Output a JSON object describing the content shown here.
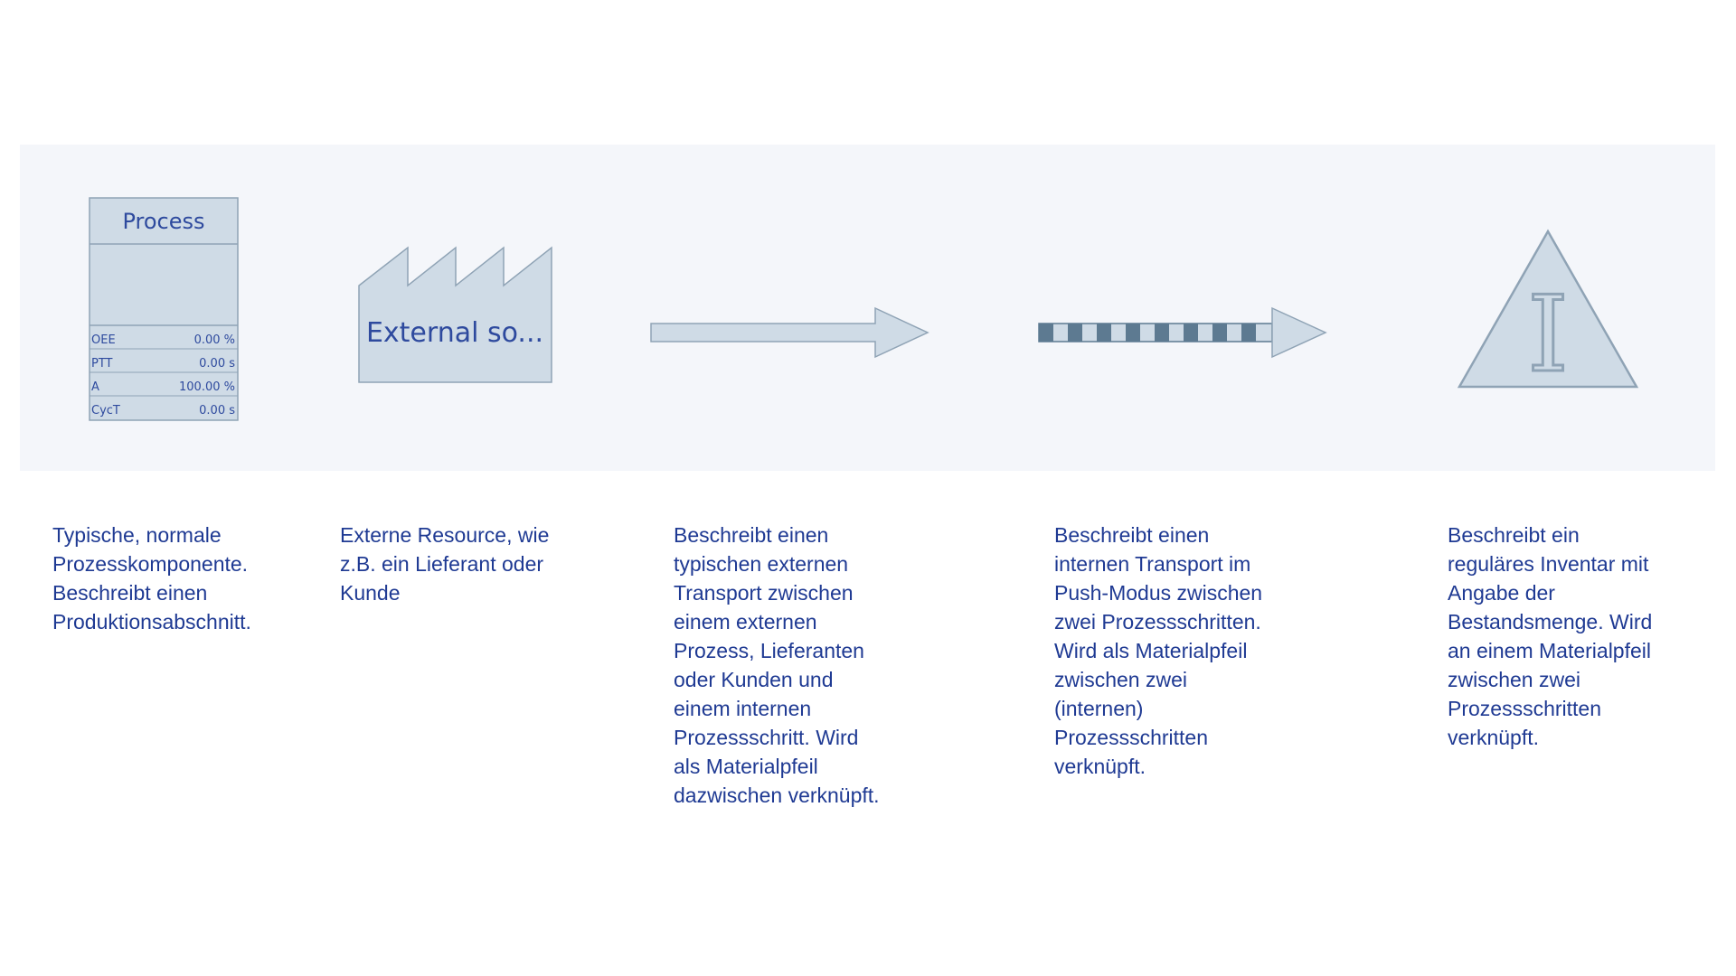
{
  "colors": {
    "band_bg": "#f4f6fa",
    "shape_fill": "#cfdbe6",
    "shape_stroke": "#8fa3b5",
    "text_blue": "#2e4a9e",
    "stripe_dark": "#5d7a91"
  },
  "symbols": {
    "process": {
      "title": "Process",
      "metrics": [
        {
          "label": "OEE",
          "value": "0.00 %"
        },
        {
          "label": "PTT",
          "value": "0.00 s"
        },
        {
          "label": "A",
          "value": "100.00 %"
        },
        {
          "label": "CycT",
          "value": "0.00 s"
        }
      ]
    },
    "external_source": {
      "label": "External so..."
    },
    "external_transport_icon": "hollow-arrow-icon",
    "push_transport_icon": "striped-push-arrow-icon",
    "inventory": {
      "glyph": "I"
    }
  },
  "descriptions": [
    "Typische, normale\nProzesskomponente.\nBeschreibt einen\nProduktionsabschnitt.",
    "Externe Resource, wie\nz.B. ein Lieferant oder\nKunde",
    "Beschreibt einen\ntypischen externen\nTransport zwischen\neinem externen\nProzess, Lieferanten\noder Kunden und\neinem internen\nProzessschritt. Wird\nals Materialpfeil\ndazwischen verknüpft.",
    "Beschreibt einen\ninternen Transport im\nPush-Modus zwischen\nzwei Prozessschritten.\nWird als Materialpfeil\nzwischen zwei\n(internen)\nProzessschritten\nverknüpft.",
    "Beschreibt ein\nreguläres Inventar mit\nAngabe der\nBestandsmenge. Wird\nan einem Materialpfeil\nzwischen zwei\nProzessschritten\nverknüpft."
  ]
}
